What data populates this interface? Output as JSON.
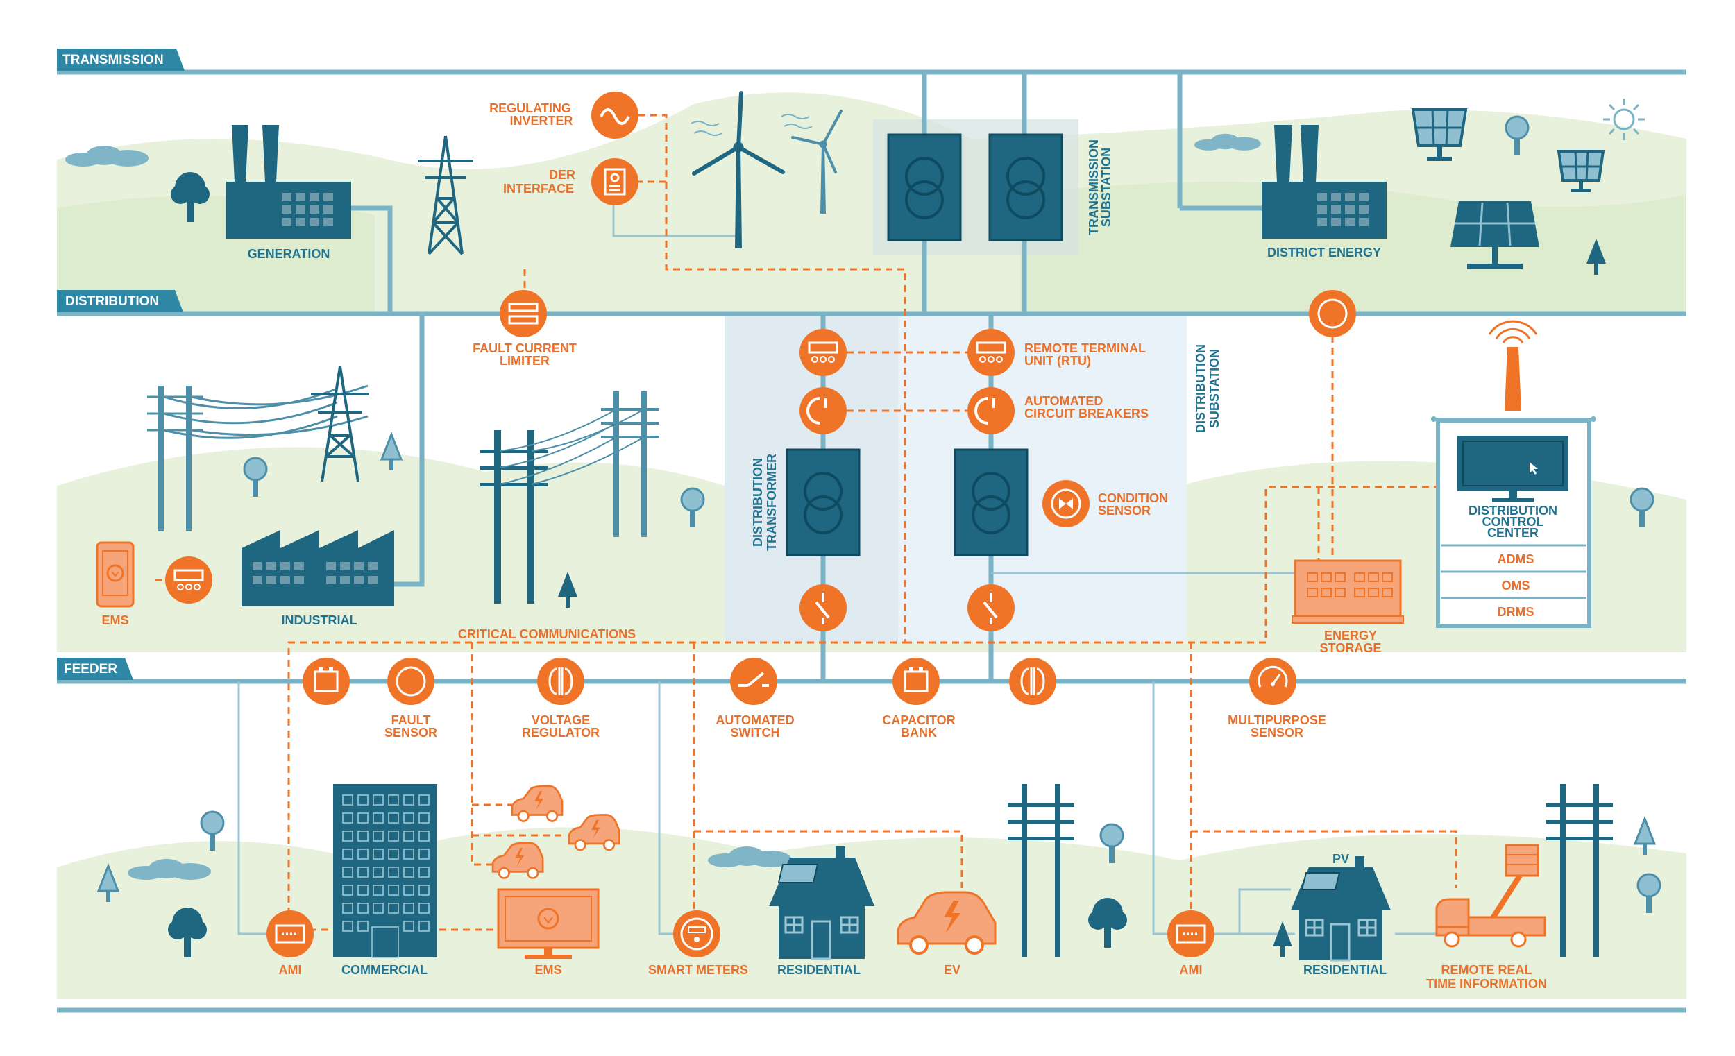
{
  "sections": {
    "transmission": "TRANSMISSION",
    "distribution": "DISTRIBUTION",
    "feeder": "FEEDER"
  },
  "colors": {
    "teal": "#1f6680",
    "light_teal": "#7ab3c6",
    "orange": "#f07427",
    "hill_green": "#e4f0d8",
    "substation_bg": "#eaf2f9"
  },
  "transmission": {
    "generation": "GENERATION",
    "regulating_inverter": [
      "REGULATING",
      "INVERTER"
    ],
    "der_interface": [
      "DER",
      "INTERFACE"
    ],
    "transmission_substation": [
      "TRANSMISSION",
      "SUBSTATION"
    ],
    "district_energy": "DISTRICT ENERGY"
  },
  "distribution": {
    "fault_current_limiter": [
      "FAULT CURRENT",
      "LIMITER"
    ],
    "remote_terminal_unit": [
      "REMOTE TERMINAL",
      "UNIT (RTU)"
    ],
    "automated_circuit_breakers": [
      "AUTOMATED",
      "CIRCUIT BREAKERS"
    ],
    "condition_sensor": [
      "CONDITION",
      "SENSOR"
    ],
    "distribution_substation": [
      "DISTRIBUTION",
      "SUBSTATION"
    ],
    "distribution_transformer": [
      "DISTRIBUTION",
      "TRANSFORMER"
    ],
    "ems": "EMS",
    "industrial": "INDUSTRIAL",
    "critical_communications": "CRITICAL COMMUNICATIONS",
    "energy_storage": [
      "ENERGY",
      "STORAGE"
    ],
    "control_center": {
      "title": [
        "DISTRIBUTION",
        "CONTROL",
        "CENTER"
      ],
      "systems": [
        "ADMS",
        "OMS",
        "DRMS"
      ]
    }
  },
  "feeder": {
    "fault_sensor": [
      "FAULT",
      "SENSOR"
    ],
    "voltage_regulator": [
      "VOLTAGE",
      "REGULATOR"
    ],
    "automated_switch": [
      "AUTOMATED",
      "SWITCH"
    ],
    "capacitor_bank": [
      "CAPACITOR",
      "BANK"
    ],
    "multipurpose_sensor": [
      "MULTIPURPOSE",
      "SENSOR"
    ],
    "ami_left": "AMI",
    "commercial": "COMMERCIAL",
    "ems": "EMS",
    "smart_meters": "SMART METERS",
    "residential_left": "RESIDENTIAL",
    "ev": "EV",
    "ami_right": "AMI",
    "pv": "PV",
    "residential_right": "RESIDENTIAL",
    "remote_real_time": [
      "REMOTE REAL",
      "TIME INFORMATION"
    ]
  }
}
